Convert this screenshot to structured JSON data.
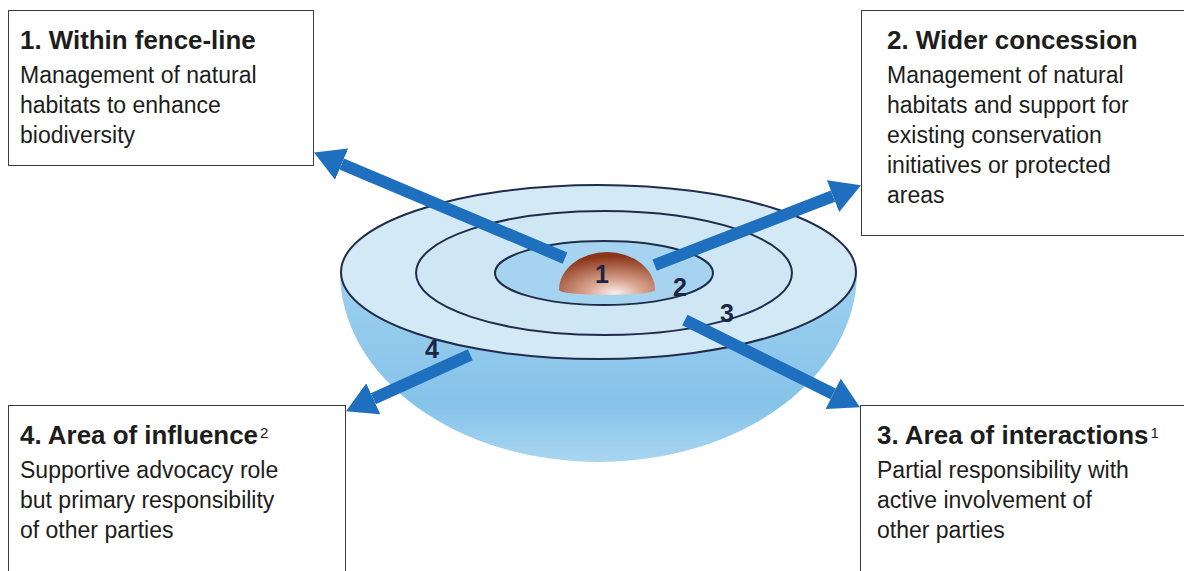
{
  "diagram": {
    "nodes": [
      {
        "text": [
          "1. Within fence-line",
          "Management of natural habitats to enhance biodiversity"
        ]
      },
      {
        "text": [
          "2. Wider concession",
          "Management of natural habitats and support for existing conservation initiatives or protected areas"
        ]
      },
      {
        "text": [
          "4"
        ]
      },
      {
        "text": [
          "3"
        ],
        "in": 2
      },
      {
        "text": [
          "2"
        ],
        "in": 3
      },
      {
        "text": [
          "1"
        ],
        "in": 4
      },
      {
        "text": [
          "4. Area of influence",
          "2",
          "Supportive advocacy role but primary responsibility of other parties"
        ]
      },
      {
        "text": [
          "3. Area of interactions",
          "1",
          "Partial responsibility with active involvement of other parties"
        ]
      }
    ],
    "edges": [
      {
        "from": 5,
        "to": 0,
        "arrow": "to"
      },
      {
        "from": 4,
        "to": 1,
        "arrow": "to"
      },
      {
        "from": 3,
        "to": 7,
        "arrow": "to"
      },
      {
        "from": 2,
        "to": 6,
        "arrow": "to"
      }
    ]
  }
}
